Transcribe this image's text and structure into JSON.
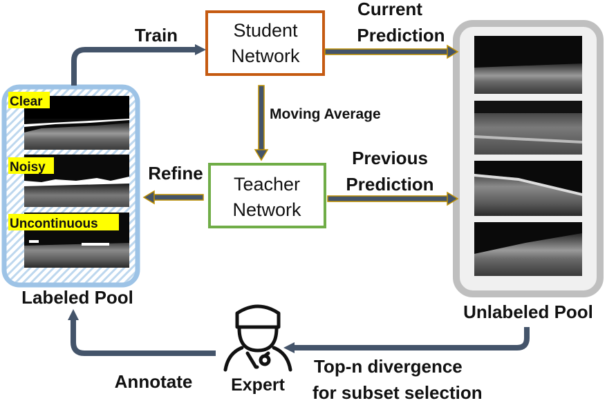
{
  "nodes": {
    "student": {
      "line1": "Student",
      "line2": "Network",
      "border": "#C55A11"
    },
    "teacher": {
      "line1": "Teacher",
      "line2": "Network",
      "border": "#70AD47"
    },
    "labeled_pool": {
      "label": "Labeled Pool",
      "border": "#9DC3E6"
    },
    "unlabeled_pool": {
      "label": "Unlabeled Pool",
      "border": "#BFBFBF"
    },
    "expert": {
      "label": "Expert",
      "icon": "doctor-icon"
    }
  },
  "image_tags": [
    "Clear",
    "Noisy",
    "Uncontinuous"
  ],
  "edges": {
    "train": "Train",
    "current_prediction": [
      "Current",
      "Prediction"
    ],
    "moving_average": "Moving Average",
    "refine": "Refine",
    "previous_prediction": [
      "Previous",
      "Prediction"
    ],
    "top_n": [
      "Top-n divergence",
      "for subset selection"
    ],
    "annotate": "Annotate"
  },
  "colors": {
    "connector": "#44546A",
    "arrow_outline": "#BF9000",
    "tag_highlight": "#FFFF00",
    "ultrasound_dark": "#0A0A0A",
    "ultrasound_tissue": "#8C8C8C"
  }
}
